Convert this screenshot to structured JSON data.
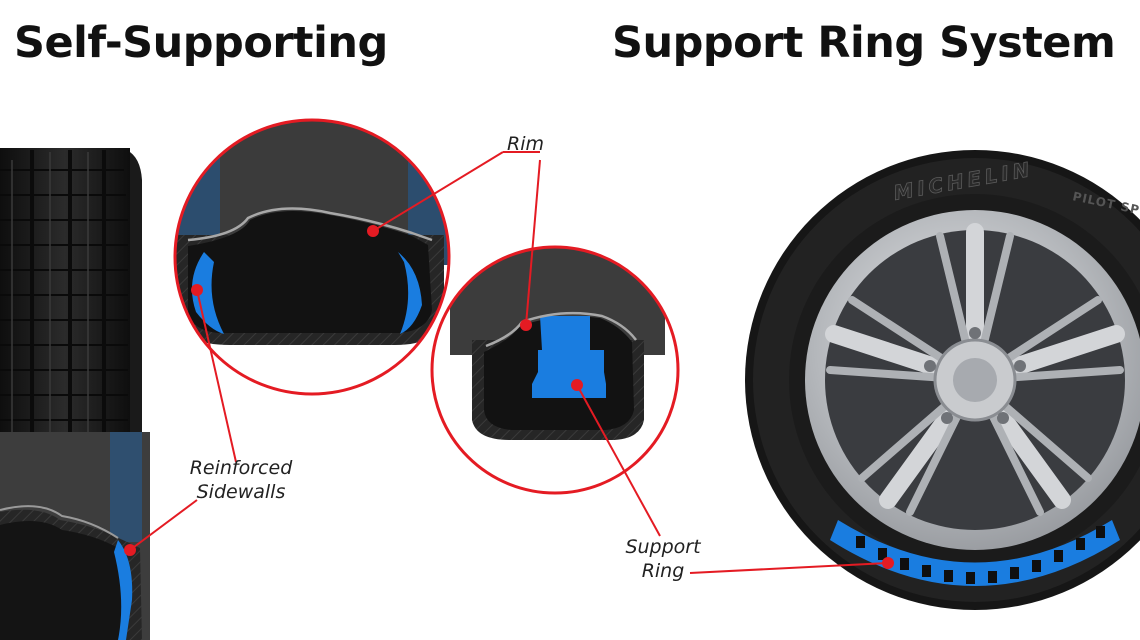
{
  "titles": {
    "left": "Self-Supporting",
    "right": "Support Ring System"
  },
  "labels": {
    "rim": "Rim",
    "reinforced_line1": "Reinforced",
    "reinforced_line2": "Sidewalls",
    "support_line1": "Support",
    "support_line2": "Ring"
  },
  "tire_brand": "MICHELIN",
  "tire_model": "PILOT SPO",
  "colors": {
    "callout": "#e41b23",
    "highlight": "#1a7de0",
    "tire": "#1c1c1c",
    "rim_metal": "#b9bcc0",
    "background": "#ffffff"
  }
}
